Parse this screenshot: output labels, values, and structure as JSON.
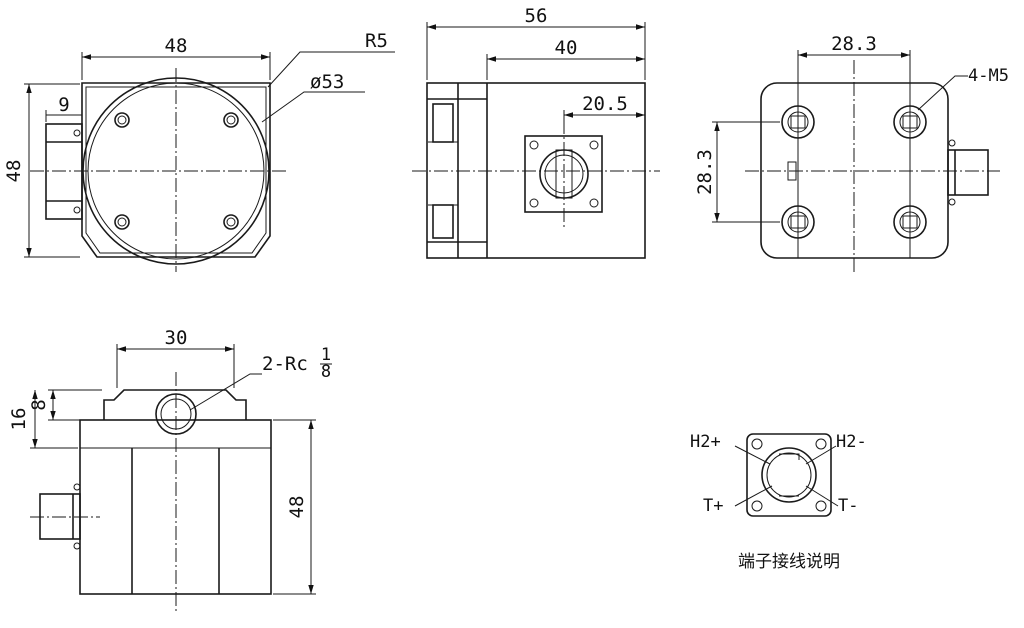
{
  "views": {
    "front": {
      "dim_width": "48",
      "dim_height": "48",
      "dim_inlet": "9",
      "dim_radius": "R5",
      "dim_diameter": "ø53"
    },
    "side": {
      "dim_overall": "56",
      "dim_body": "40",
      "dim_connector": "20.5"
    },
    "back": {
      "dim_hole_spacing_h": "28.3",
      "dim_hole_spacing_v": "28.3",
      "dim_thread": "4-M5"
    },
    "top": {
      "dim_port_spacing": "30",
      "dim_port_thread": "2-Rc",
      "dim_port_num": "1",
      "dim_port_den": "8",
      "dim_step": "8",
      "dim_total_top": "16",
      "dim_height": "48"
    },
    "terminal": {
      "pin_h2_plus": "H2+",
      "pin_h2_minus": "H2-",
      "pin_t_plus": "T+",
      "pin_t_minus": "T-",
      "caption": "端子接线说明"
    }
  }
}
